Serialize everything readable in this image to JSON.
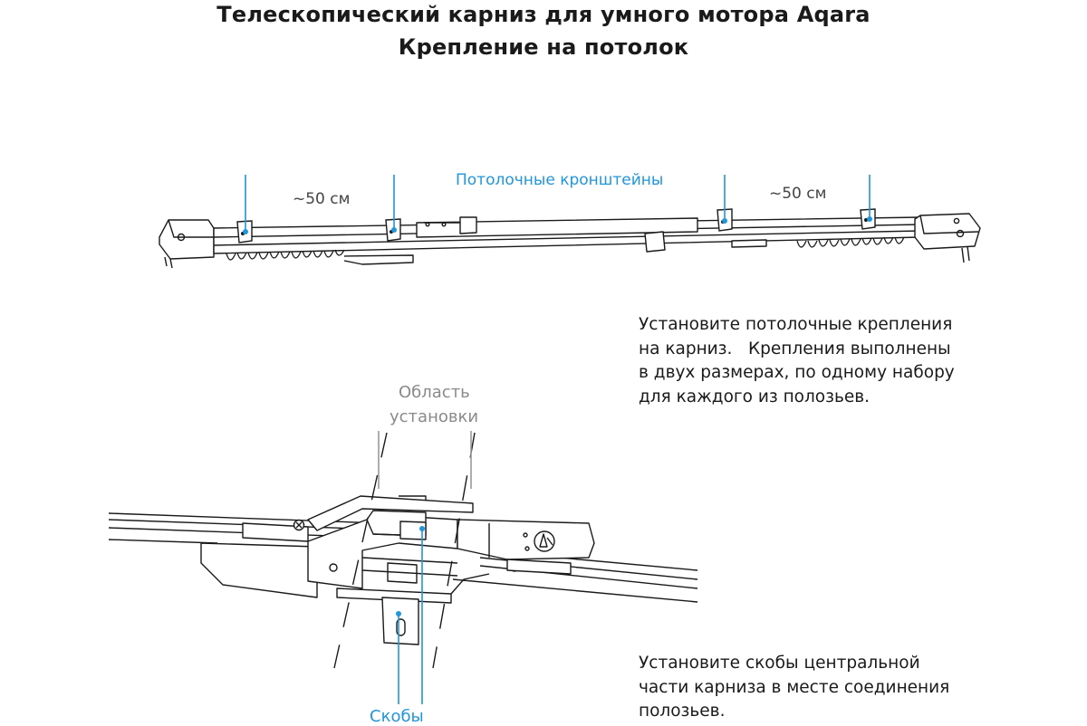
{
  "title": {
    "line1": "Телескопический карниз для умного мотора Aqara",
    "line2": "Крепление на потолок"
  },
  "top_diagram": {
    "brackets_label": "Потолочные кронштейны",
    "distance_left": "~50 см",
    "distance_right": "~50 см"
  },
  "instructions": {
    "ceiling_mounts": [
      "Установите потолочные крепления",
      "на карниз.   Крепления выполнены",
      "в двух размерах, по одному набору",
      "для каждого из полозьев."
    ],
    "brackets_center": [
      "Установите скобы центральной",
      "части карниза в месте соединения",
      "полозьев."
    ]
  },
  "bottom_diagram": {
    "install_area_line1": "Область",
    "install_area_line2": "установки",
    "brackets_label": "Скобы"
  },
  "colors": {
    "accent": "#2196d9",
    "muted": "#8a8a8a",
    "line": "#1a1a1a"
  }
}
